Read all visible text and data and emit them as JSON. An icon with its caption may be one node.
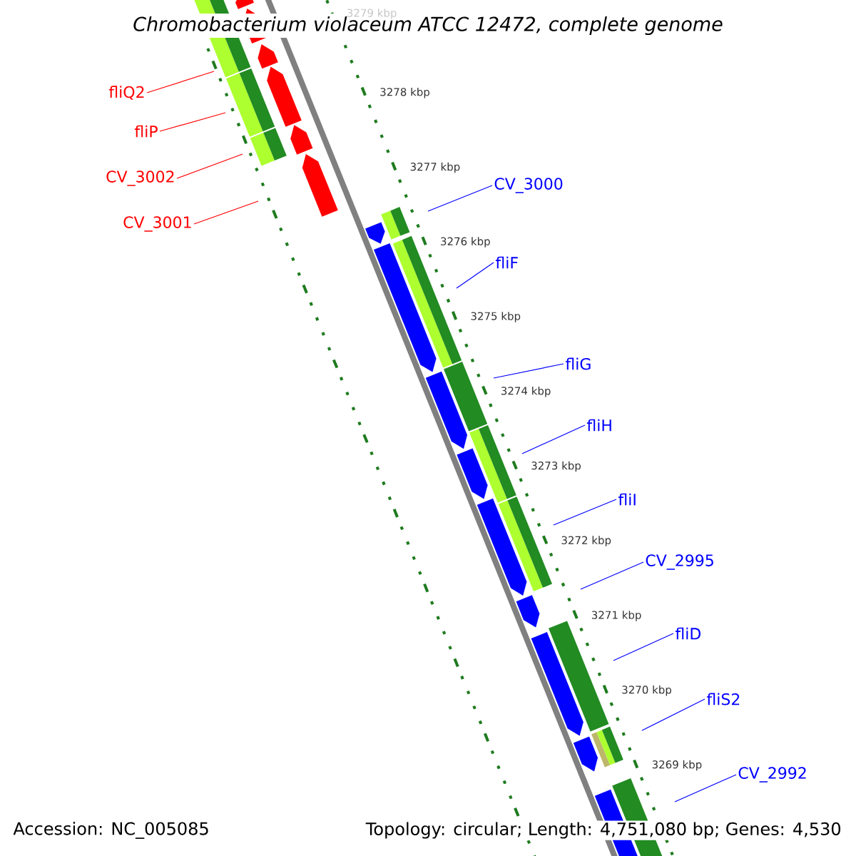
{
  "diagram": {
    "title": "Chromobacterium violaceum ATCC 12472, complete genome",
    "nodes": [
      {
        "text": [
          "fliQ2"
        ]
      },
      {
        "text": [
          "fliP"
        ]
      },
      {
        "text": [
          "CV_3002"
        ]
      },
      {
        "text": [
          "CV_3001"
        ]
      },
      {
        "text": [
          "CV_3000"
        ]
      },
      {
        "text": [
          "fliF"
        ]
      },
      {
        "text": [
          "fliG"
        ]
      },
      {
        "text": [
          "fliH"
        ]
      },
      {
        "text": [
          "fliI"
        ]
      },
      {
        "text": [
          "CV_2995"
        ]
      },
      {
        "text": [
          "fliD"
        ]
      },
      {
        "text": [
          "fliS2"
        ]
      },
      {
        "text": [
          "CV_2992"
        ]
      }
    ],
    "edges": [
      {
        "from": 0,
        "to": null,
        "arrow": "none",
        "color": "#ff0000"
      },
      {
        "from": 1,
        "to": null,
        "arrow": "none",
        "color": "#ff0000"
      },
      {
        "from": 2,
        "to": null,
        "arrow": "none",
        "color": "#ff0000"
      },
      {
        "from": 3,
        "to": null,
        "arrow": "none",
        "color": "#ff0000"
      },
      {
        "from": 4,
        "to": null,
        "arrow": "none"
      },
      {
        "from": 5,
        "to": null,
        "arrow": "none"
      },
      {
        "from": 6,
        "to": null,
        "arrow": "none"
      },
      {
        "from": 7,
        "to": null,
        "arrow": "none"
      },
      {
        "from": 8,
        "to": null,
        "arrow": "none"
      },
      {
        "from": 9,
        "to": null,
        "arrow": "none"
      },
      {
        "from": 10,
        "to": null,
        "arrow": "none"
      },
      {
        "from": 11,
        "to": null,
        "arrow": "none"
      },
      {
        "from": 12,
        "to": null,
        "arrow": "none"
      }
    ],
    "labels": [
      "3279 kbp",
      "3278 kbp",
      "3277 kbp",
      "3276 kbp",
      "3275 kbp",
      "3274 kbp",
      "3273 kbp",
      "3272 kbp",
      "3271 kbp",
      "3270 kbp",
      "3269 kbp",
      "Accession: NC_005085",
      "Topology: circular; Length: 4,751,080 bp; Genes: 4,530"
    ]
  }
}
